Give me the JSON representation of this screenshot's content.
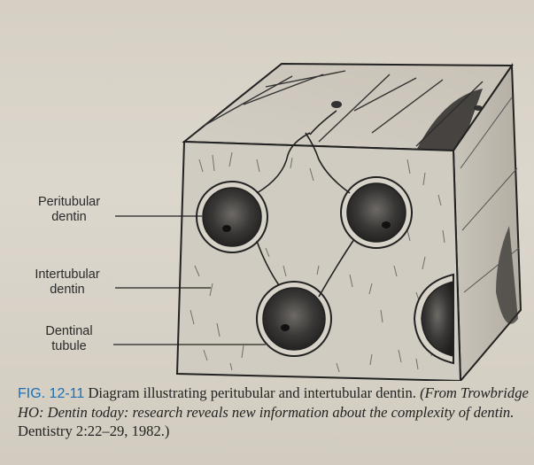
{
  "labels": {
    "peritubular": [
      "Peritubular",
      "dentin"
    ],
    "intertubular": [
      "Intertubular",
      "dentin"
    ],
    "tubule": [
      "Dentinal",
      "tubule"
    ]
  },
  "caption": {
    "fig_number": "FIG. 12-11",
    "text": " Diagram illustrating peritubular and intertubular dentin.",
    "source_italic": "(From Trowbridge HO: Dentin today: research reveals new information about the complexity of dentin.",
    "source_journal": " Dentistry 2:22–29, 1982.)"
  },
  "colors": {
    "caption_blue": "#1f6fb2",
    "ink": "#222222",
    "paper": "#d9d4c9"
  }
}
